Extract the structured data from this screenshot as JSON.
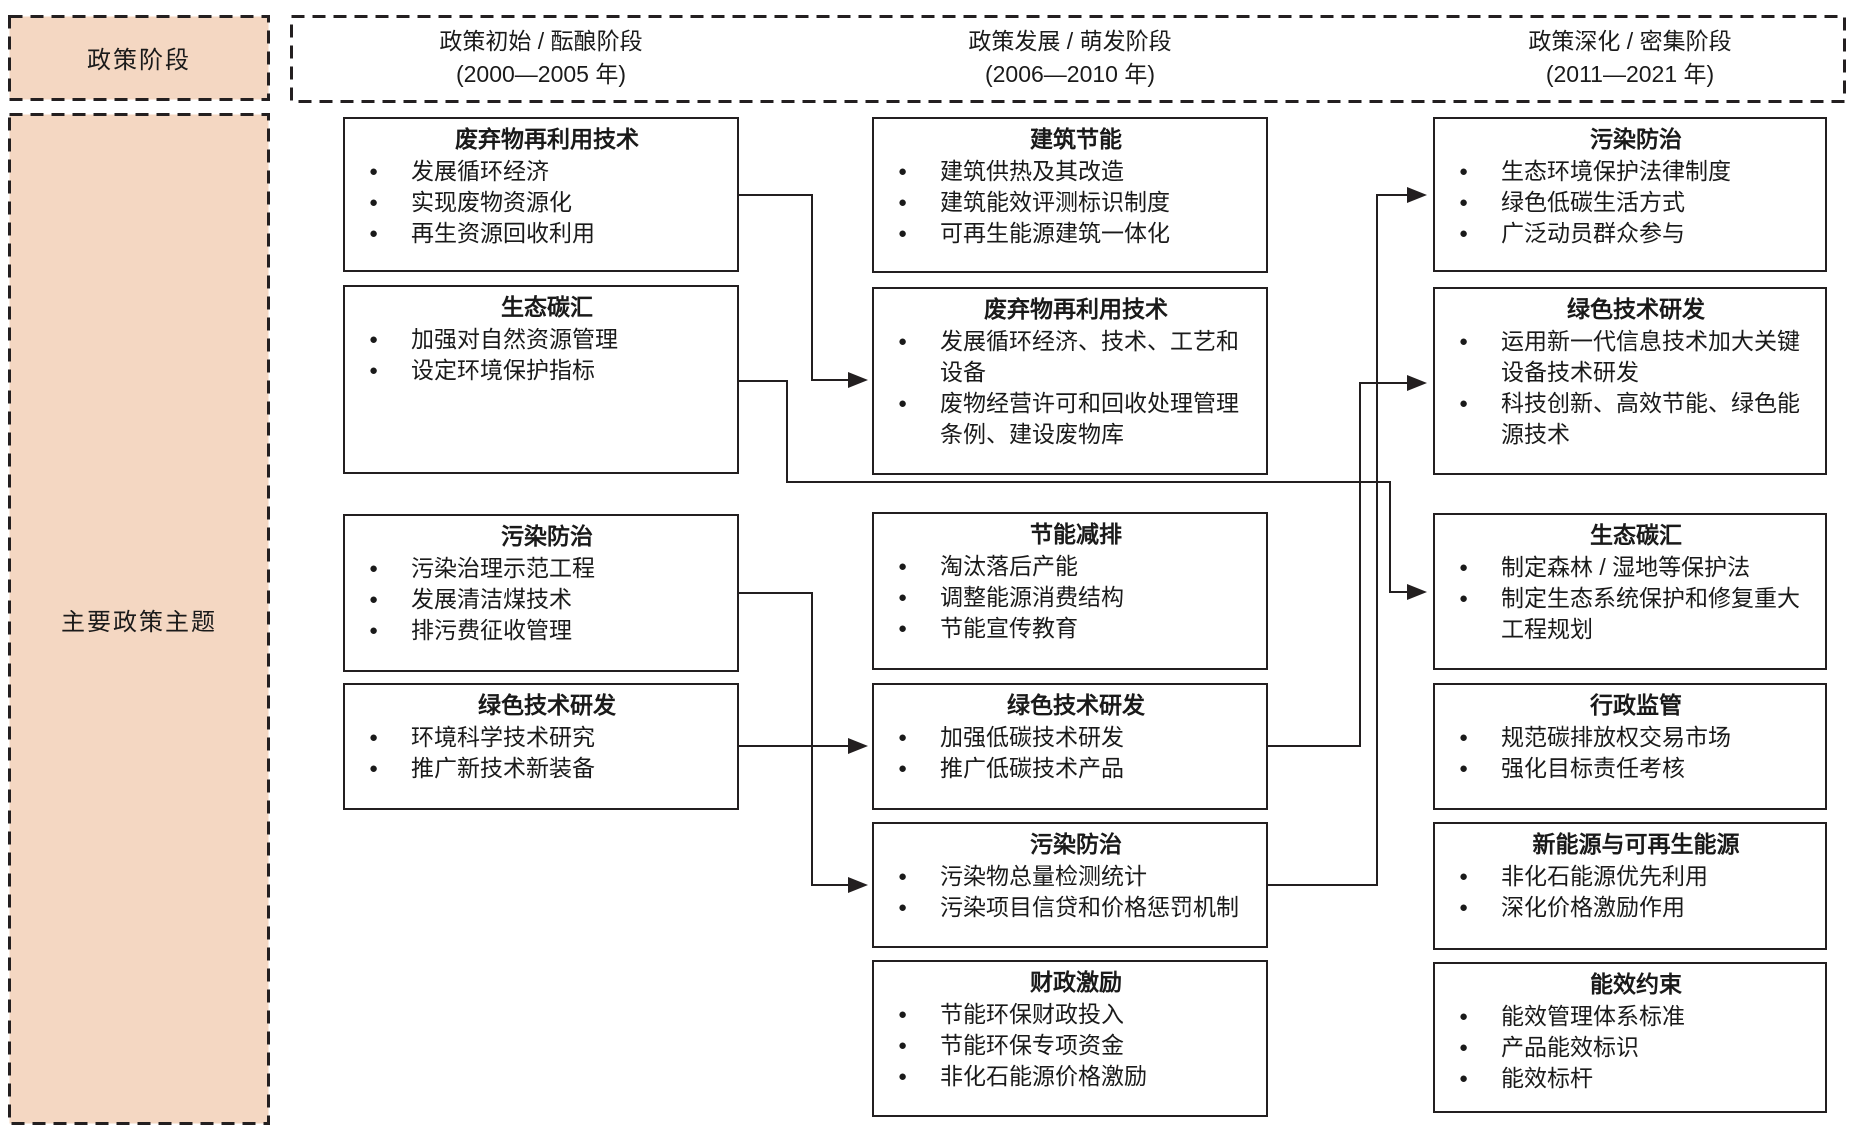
{
  "header": {
    "stage_label": "政策阶段",
    "themes_label": "主要政策主题",
    "phases": [
      {
        "title": "政策初始 / 酝酿阶段",
        "years": "(2000—2005 年)"
      },
      {
        "title": "政策发展 / 萌发阶段",
        "years": "(2006—2010 年)"
      },
      {
        "title": "政策深化 / 密集阶段",
        "years": "(2011—2021 年)"
      }
    ]
  },
  "columns": [
    {
      "boxes": [
        {
          "title": "废弃物再利用技术",
          "bullets": [
            "发展循环经济",
            "实现废物资源化",
            "再生资源回收利用"
          ]
        },
        {
          "title": "生态碳汇",
          "bullets": [
            "加强对自然资源管理",
            "设定环境保护指标"
          ]
        },
        {
          "title": "污染防治",
          "bullets": [
            "污染治理示范工程",
            "发展清洁煤技术",
            "排污费征收管理"
          ]
        },
        {
          "title": "绿色技术研发",
          "bullets": [
            "环境科学技术研究",
            "推广新技术新装备"
          ]
        }
      ]
    },
    {
      "boxes": [
        {
          "title": "建筑节能",
          "bullets": [
            "建筑供热及其改造",
            "建筑能效评测标识制度",
            "可再生能源建筑一体化"
          ]
        },
        {
          "title": "废弃物再利用技术",
          "bullets": [
            "发展循环经济、技术、工艺和设备",
            "废物经营许可和回收处理管理条例、建设废物库"
          ]
        },
        {
          "title": "节能减排",
          "bullets": [
            "淘汰落后产能",
            "调整能源消费结构",
            "节能宣传教育"
          ]
        },
        {
          "title": "绿色技术研发",
          "bullets": [
            "加强低碳技术研发",
            "推广低碳技术产品"
          ]
        },
        {
          "title": "污染防治",
          "bullets": [
            "污染物总量检测统计",
            "污染项目信贷和价格惩罚机制"
          ]
        },
        {
          "title": "财政激励",
          "bullets": [
            "节能环保财政投入",
            "节能环保专项资金",
            "非化石能源价格激励"
          ]
        }
      ]
    },
    {
      "boxes": [
        {
          "title": "污染防治",
          "bullets": [
            "生态环境保护法律制度",
            "绿色低碳生活方式",
            "广泛动员群众参与"
          ]
        },
        {
          "title": "绿色技术研发",
          "bullets": [
            "运用新一代信息技术加大关键设备技术研发",
            "科技创新、高效节能、绿色能源技术"
          ]
        },
        {
          "title": "生态碳汇",
          "bullets": [
            "制定森林 / 湿地等保护法",
            "制定生态系统保护和修复重大工程规划"
          ]
        },
        {
          "title": "行政监管",
          "bullets": [
            "规范碳排放权交易市场",
            "强化目标责任考核"
          ]
        },
        {
          "title": "新能源与可再生能源",
          "bullets": [
            "非化石能源优先利用",
            "深化价格激励作用"
          ]
        },
        {
          "title": "能效约束",
          "bullets": [
            "能效管理体系标准",
            "产品能效标识",
            "能效标杆"
          ]
        }
      ]
    }
  ],
  "colors": {
    "panel_fill": "#f4d7c2",
    "line": "#231f20",
    "box_background": "#ffffff"
  }
}
